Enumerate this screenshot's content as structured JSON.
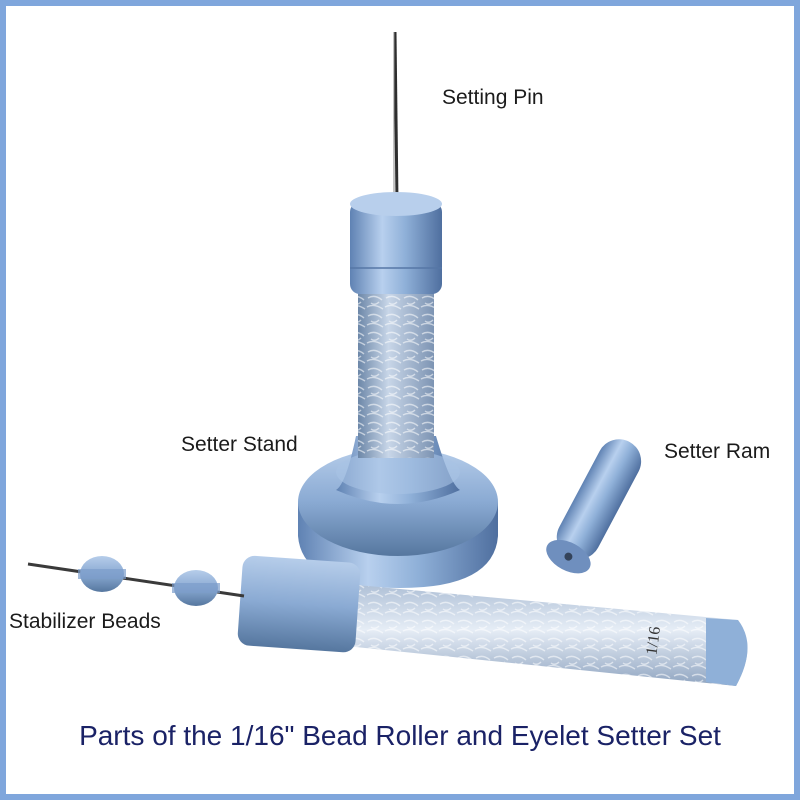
{
  "labels": {
    "setting_pin": "Setting Pin",
    "setter_stand": "Setter Stand",
    "setter_ram": "Setter Ram",
    "stabilizer_beads": "Stabilizer Beads"
  },
  "tube_marking": "1/16",
  "caption": "Parts of the 1/16\" Bead Roller and Eyelet Setter Set",
  "colors": {
    "frame_border": "#7fa6dc",
    "part_blue": "#8fb0d8",
    "caption_text": "#1a2266"
  }
}
